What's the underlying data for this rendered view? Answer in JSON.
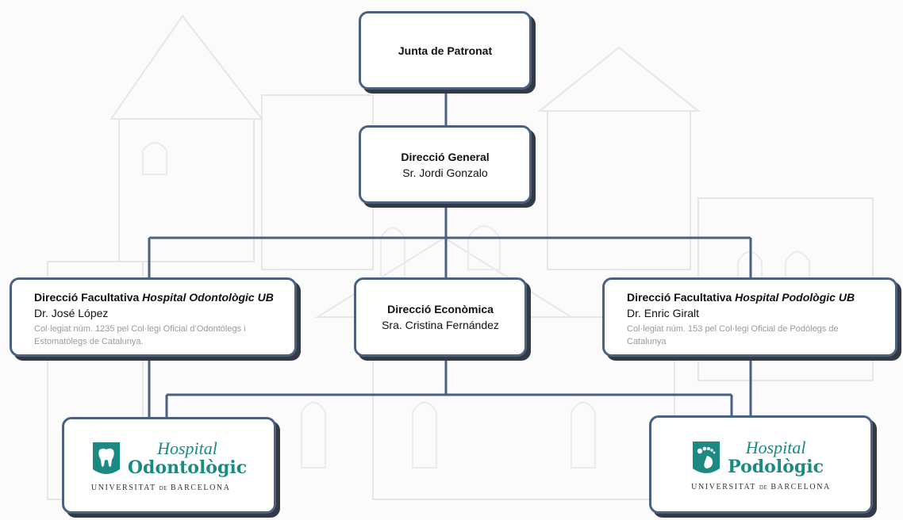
{
  "colors": {
    "connector": "#4a6181",
    "box_border": "#4a6181",
    "brand_teal": "#1c8a83",
    "note_gray": "#9a9a9a"
  },
  "junta": {
    "title": "Junta de Patronat"
  },
  "general": {
    "title": "Direcció General",
    "name": "Sr. Jordi Gonzalo"
  },
  "odontologic": {
    "title_prefix": "Direcció Facultativa ",
    "title_italic": "Hospital Odontològic UB",
    "name": "Dr. José López",
    "note_line1": "Col·legiat núm. 1235 pel Col·legi Oficial d’Odontòlegs i",
    "note_line2": "Estomatòlegs de Catalunya."
  },
  "economica": {
    "title": "Direcció Econòmica",
    "name": "Sra. Cristina Fernández"
  },
  "podologic": {
    "title_prefix": "Direcció Facultativa ",
    "title_italic": "Hospital Podològic UB",
    "name": "Dr. Enric Giralt",
    "note_line1": "Col·legiat núm. 153 pel Col·legi Oficial de Podòlegs de",
    "note_line2": "Catalunya"
  },
  "logo_odontologic": {
    "hospital": "Hospital",
    "name": "Odontològic",
    "sub_a": "UNIVERSITAT ",
    "sub_de": "DE",
    "sub_b": " BARCELONA",
    "icon": "tooth-icon"
  },
  "logo_podologic": {
    "hospital": "Hospital",
    "name": "Podològic",
    "sub_a": "UNIVERSITAT ",
    "sub_de": "DE",
    "sub_b": " BARCELONA",
    "icon": "footprint-icon"
  }
}
